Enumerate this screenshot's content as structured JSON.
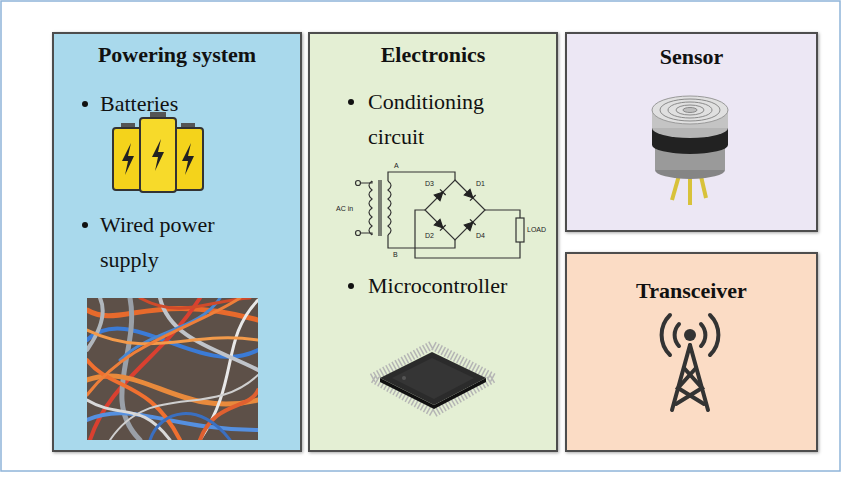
{
  "diagram": {
    "nodes": [
      {
        "text": [
          "Powering system",
          "Batteries",
          "Wired power supply"
        ]
      },
      {
        "text": [
          "Electronics",
          "Conditioning circuit",
          "Microcontroller"
        ]
      },
      {
        "text": [
          "Sensor"
        ]
      },
      {
        "text": [
          "Transceiver"
        ]
      }
    ],
    "labels": [
      "AC in",
      "A",
      "B",
      "D3",
      "D1",
      "D2",
      "D4",
      "LOAD"
    ]
  }
}
